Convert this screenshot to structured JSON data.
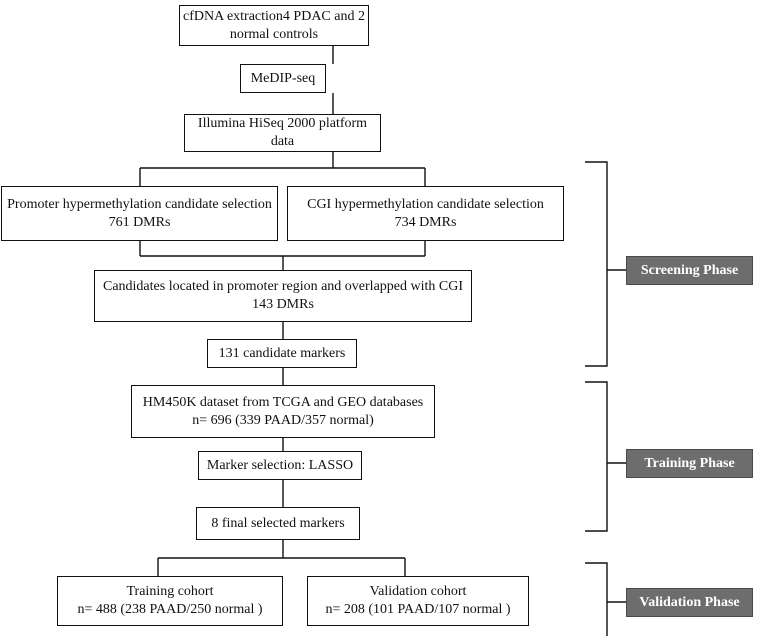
{
  "flow": {
    "extraction": {
      "line1": "cfDNA extraction4 PDAC and 2",
      "line2": "normal controls"
    },
    "medip": {
      "line1": "MeDIP-seq"
    },
    "illumina": {
      "line1": "Illumina HiSeq 2000 platform",
      "line2": "data"
    },
    "promoter": {
      "line1": "Promoter hypermethylation candidate selection",
      "line2": "761 DMRs"
    },
    "cgi": {
      "line1": "CGI hypermethylation candidate selection",
      "line2": "734 DMRs"
    },
    "overlap": {
      "line1": "Candidates located in promoter region and overlapped with CGI",
      "line2": "143 DMRs"
    },
    "candidates": {
      "line1": "131 candidate markers"
    },
    "hm450k": {
      "line1": "HM450K dataset from TCGA and GEO databases",
      "line2": "n= 696 (339 PAAD/357 normal)"
    },
    "lasso": {
      "line1": "Marker selection: LASSO"
    },
    "final": {
      "line1": "8  final selected markers"
    },
    "training_cohort": {
      "line1": "Training cohort",
      "line2": "n= 488 (238 PAAD/250 normal )"
    },
    "validation_cohort": {
      "line1": "Validation cohort",
      "line2": "n= 208 (101 PAAD/107 normal )"
    }
  },
  "phases": {
    "screening": "Screening Phase",
    "training": "Training Phase",
    "validation": "Validation Phase"
  },
  "colors": {
    "line": "#111111",
    "phase_fill": "#6d6d6d",
    "phase_text": "#ffffff"
  }
}
